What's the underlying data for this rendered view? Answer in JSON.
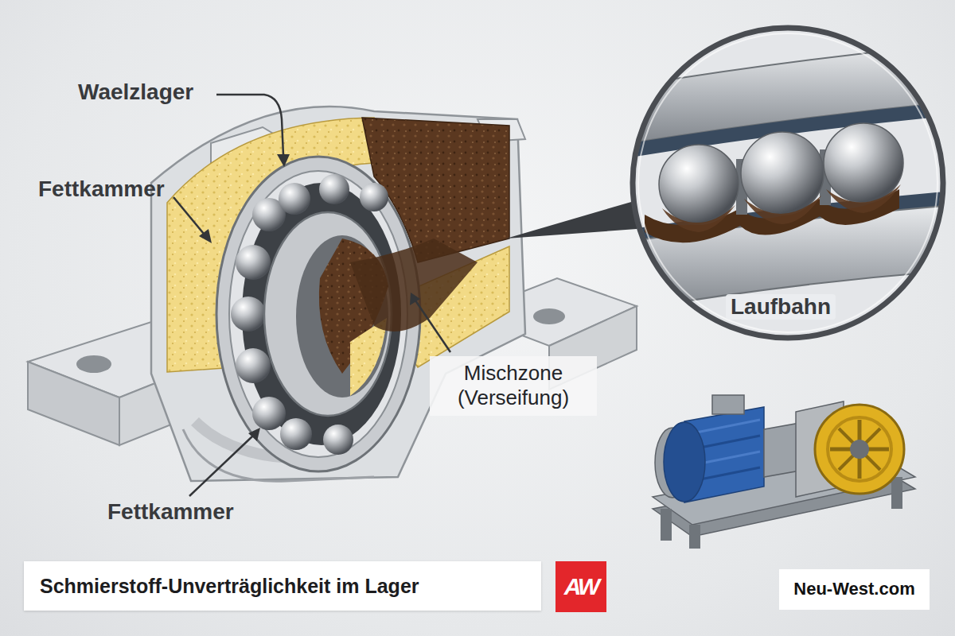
{
  "diagram": {
    "title": "Schmierstoff-Unverträglichkeit im Lager",
    "nodes": [
      {
        "text": [
          "Mischzone (Verseifung)"
        ]
      },
      {
        "text": [
          "Neu-West.com"
        ]
      }
    ],
    "labels": [
      "Waelzlager",
      "Fettkammer",
      "Fettkammer",
      "Laufbahn",
      "AW"
    ]
  }
}
